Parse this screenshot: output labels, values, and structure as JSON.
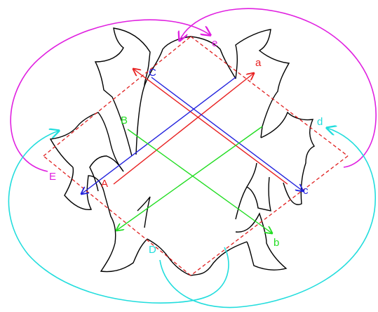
{
  "labels": {
    "red_upper": "a",
    "red_lower": "A",
    "green_upper": "B",
    "green_lower": "b",
    "blue_upper": "C",
    "blue_lower": "c",
    "cyan_upper": "d",
    "cyan_lower": "D",
    "magenta_upper": "e",
    "magenta_lower": "E"
  },
  "colors": {
    "outline": "#000000",
    "diamond": "#e02020",
    "red": "#e82020",
    "green": "#22dd22",
    "blue": "#2222dd",
    "cyan": "#22dddd",
    "magenta": "#e020e0"
  }
}
